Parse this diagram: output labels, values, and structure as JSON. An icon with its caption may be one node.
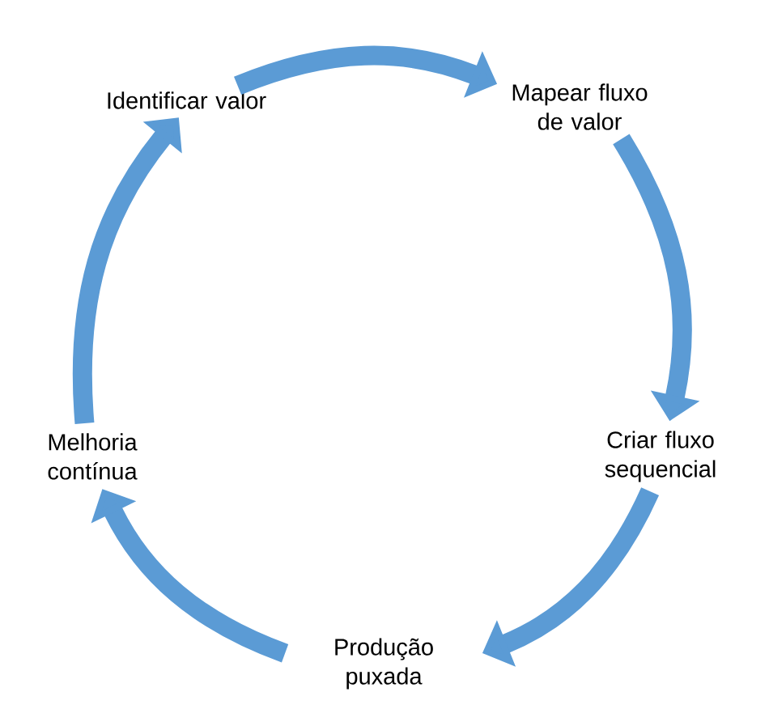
{
  "diagram": {
    "nodes": [
      {
        "text": [
          "Identificar valor"
        ]
      },
      {
        "text": [
          "Mapear fluxo de valor"
        ]
      },
      {
        "text": [
          "Criar fluxo sequencial"
        ]
      },
      {
        "text": [
          "Produção puxada"
        ]
      },
      {
        "text": [
          "Melhoria contínua"
        ]
      }
    ],
    "edges": [
      {
        "from": 0,
        "to": 1,
        "arrow": "to"
      },
      {
        "from": 1,
        "to": 2,
        "arrow": "to"
      },
      {
        "from": 2,
        "to": 3,
        "arrow": "to"
      },
      {
        "from": 3,
        "to": 4,
        "arrow": "to"
      },
      {
        "from": 4,
        "to": 0,
        "arrow": "to"
      }
    ]
  }
}
